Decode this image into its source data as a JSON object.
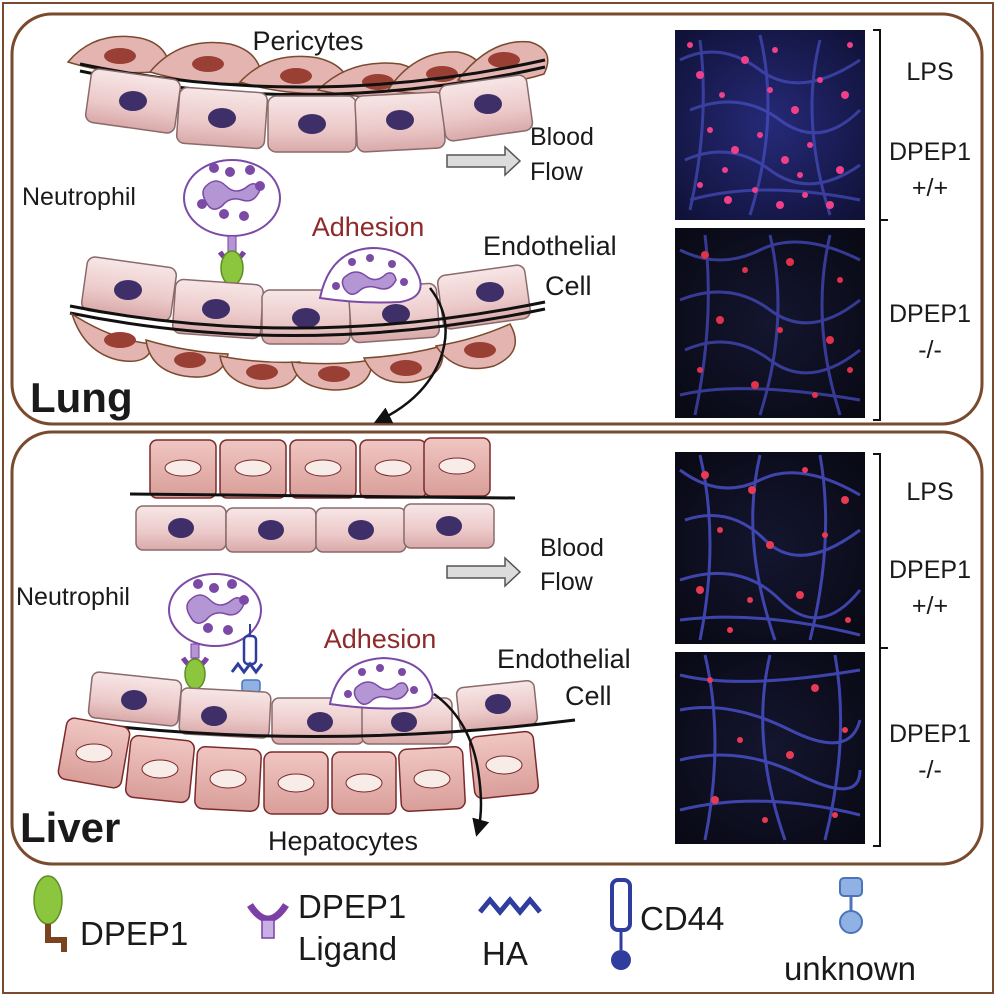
{
  "lung": {
    "label": "Lung",
    "pericytes_label": "Pericytes",
    "blood_flow_line1": "Blood",
    "blood_flow_line2": "Flow",
    "neutrophil_label": "Neutrophil",
    "adhesion_label": "Adhesion",
    "endothelial_line1": "Endothelial",
    "endothelial_line2": "Cell",
    "micrograph_groups": [
      {
        "line1": "LPS"
      },
      {
        "line1": "DPEP1",
        "line2": "+/+"
      },
      {
        "line1": "DPEP1",
        "line2": "-/-"
      }
    ]
  },
  "liver": {
    "label": "Liver",
    "blood_flow_line1": "Blood",
    "blood_flow_line2": "Flow",
    "neutrophil_label": "Neutrophil",
    "adhesion_label": "Adhesion",
    "endothelial_line1": "Endothelial",
    "endothelial_line2": "Cell",
    "hepatocytes_label": "Hepatocytes",
    "micrograph_groups": [
      {
        "line1": "LPS"
      },
      {
        "line1": "DPEP1",
        "line2": "+/+"
      },
      {
        "line1": "DPEP1",
        "line2": "-/-"
      }
    ]
  },
  "legend": {
    "dpep1": "DPEP1",
    "ligand_line1": "DPEP1",
    "ligand_line2": "Ligand",
    "ha": "HA",
    "cd44": "CD44",
    "unknown": "unknown"
  },
  "colors": {
    "panel_border": "#7a4a2e",
    "cell_fill": "#efd3d3",
    "nucleus": "#3e2f68",
    "pericyte_fill": "#e4b4b0",
    "pericyte_nucleus": "#9a3f33",
    "hepatocyte_fill": "#e8b6b2",
    "neutrophil_stroke": "#7b4aa6",
    "granule": "#7b4aa6",
    "dpep1_green": "#8cc63f",
    "dpep1_stem": "#7a4320",
    "ligand_purple": "#7b3fa6",
    "ha_blue": "#2e3d9e",
    "cd44_blue": "#2e3d9e",
    "unknown_blue": "#8fb1e3",
    "adhesion_red": "#8e2a2a"
  }
}
